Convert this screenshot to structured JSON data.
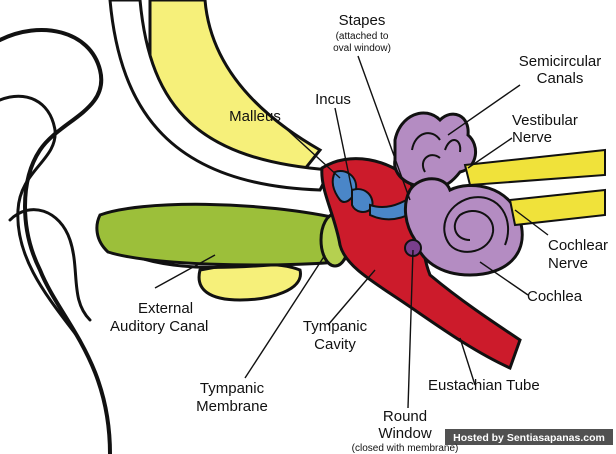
{
  "labels": {
    "stapes": {
      "title": "Stapes",
      "note_line1": "(attached to",
      "note_line2": "oval window)"
    },
    "semicircular_canals": {
      "line1": "Semicircular",
      "line2": "Canals"
    },
    "incus": "Incus",
    "malleus": "Malleus",
    "vestibular_nerve": {
      "line1": "Vestibular",
      "line2": "Nerve"
    },
    "cochlear_nerve": {
      "line1": "Cochlear",
      "line2": "Nerve"
    },
    "cochlea": "Cochlea",
    "external_auditory_canal": {
      "line1": "External",
      "line2": "Auditory Canal"
    },
    "tympanic_cavity": {
      "line1": "Tympanic",
      "line2": "Cavity"
    },
    "tympanic_membrane": {
      "line1": "Tympanic",
      "line2": "Membrane"
    },
    "eustachian_tube": "Eustachian Tube",
    "round_window": {
      "line1": "Round",
      "line2": "Window",
      "note": "(closed with membrane)"
    }
  },
  "watermark": "Hosted by Sentiasapanas.com",
  "colors": {
    "bone_yellow": "#f6f07a",
    "canal_green": "#9cbf3a",
    "cavity_red": "#cc1b2b",
    "ossicle_blue": "#4a86c8",
    "inner_ear_purple": "#b48cc2",
    "nerve_yellow": "#f0e23a",
    "outline": "#111111",
    "watermark_bg": "#333333"
  }
}
